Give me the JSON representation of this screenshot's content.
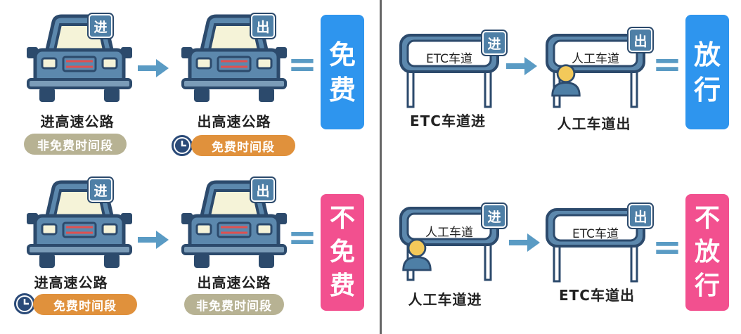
{
  "left": {
    "top_row": {
      "car1": {
        "badge": "进",
        "caption": "进高速公路",
        "pill": "非免费时间段",
        "pill_color": "gray"
      },
      "car2": {
        "badge": "出",
        "caption": "出高速公路",
        "pill": "免费时间段",
        "pill_color": "orange"
      },
      "result": {
        "line1": "免",
        "line2": "费",
        "color": "#2e95ee"
      }
    },
    "bottom_row": {
      "car1": {
        "badge": "进",
        "caption": "进高速公路",
        "pill": "免费时间段",
        "pill_color": "orange"
      },
      "car2": {
        "badge": "出",
        "caption": "出高速公路",
        "pill": "非免费时间段",
        "pill_color": "gray"
      },
      "result": {
        "line1": "不",
        "line2": "免",
        "line3": "费",
        "color": "#f2508f"
      }
    }
  },
  "right": {
    "top_row": {
      "sign1": {
        "badge": "进",
        "text": "ETC车道",
        "caption": "ETC车道进",
        "person": false
      },
      "sign2": {
        "badge": "出",
        "text": "人工车道",
        "caption": "人工车道出",
        "person": true
      },
      "result": {
        "line1": "放",
        "line2": "行",
        "color": "#2e95ee"
      }
    },
    "bottom_row": {
      "sign1": {
        "badge": "进",
        "text": "人工车道",
        "caption": "人工车道进",
        "person": true
      },
      "sign2": {
        "badge": "出",
        "text": "ETC车道",
        "caption": "ETC车道出",
        "person": false
      },
      "result": {
        "line1": "不",
        "line2": "放",
        "line3": "行",
        "color": "#f2508f"
      }
    }
  },
  "equals": "=",
  "colors": {
    "navy": "#2c4a6c",
    "steel": "#4e7fa6",
    "blue": "#2e95ee",
    "pink": "#f2508f",
    "gray_pill": "#b7b293",
    "orange_pill": "#e0913c",
    "arrow": "#5a9bc4"
  }
}
